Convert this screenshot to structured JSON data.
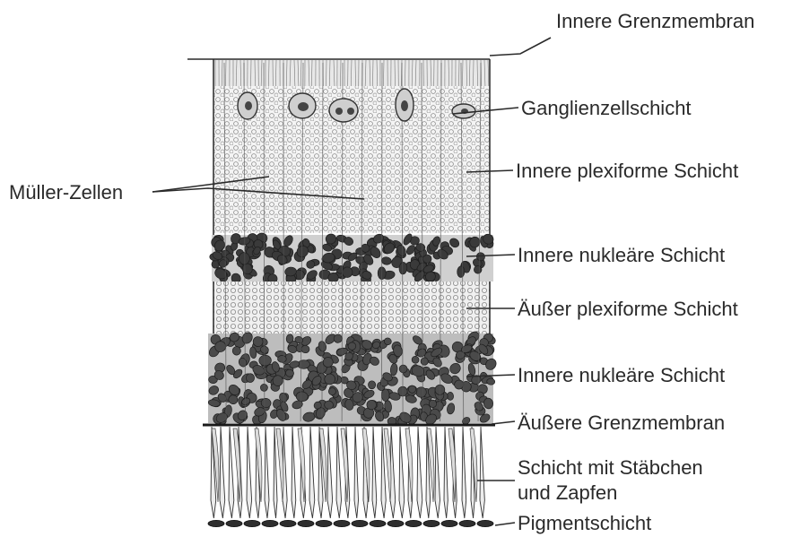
{
  "figure": {
    "labels": {
      "inner_limiting_membrane": "Innere Grenzmembran",
      "ganglion_cell_layer": "Ganglienzellschicht",
      "mueller_cells": "Müller-Zellen",
      "inner_plexiform_layer": "Innere plexiforme Schicht",
      "inner_nuclear_layer_1": "Innere nukleäre Schicht",
      "outer_plexiform_layer": "Äußer plexiforme Schicht",
      "inner_nuclear_layer_2": "Innere nukleäre Schicht",
      "outer_limiting_membrane": "Äußere Grenzmembran",
      "rods_cones_line1": "Schicht mit Stäbchen",
      "rods_cones_line2": "und Zapfen",
      "pigment_layer": "Pigmentschicht"
    },
    "colors": {
      "ink": "#2a2a2a",
      "paper": "#ffffff",
      "nuclei": "#3a3a3a",
      "tissue": "#f2f2f2"
    }
  }
}
